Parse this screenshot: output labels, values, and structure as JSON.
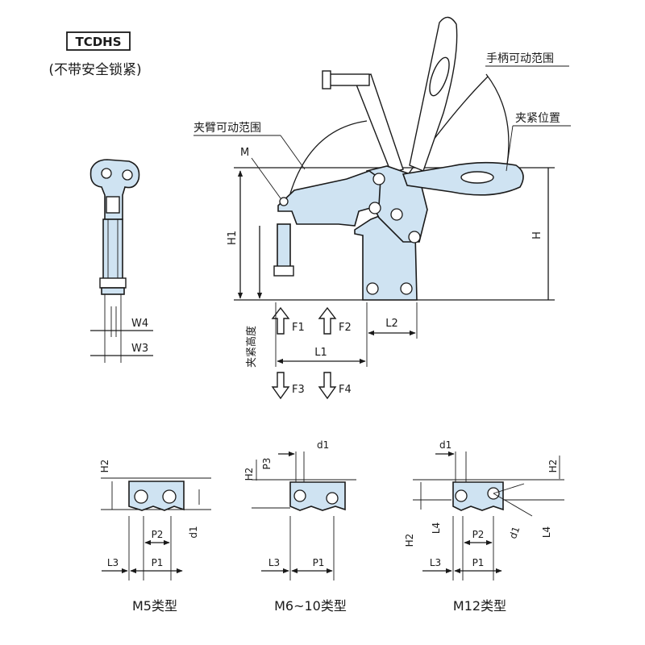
{
  "header": {
    "model_code": "TCDHS",
    "model_note": "(不带安全锁紧)"
  },
  "callouts": {
    "handle_range": "手柄可动范围",
    "arm_range": "夹臂可动范围",
    "clamp_position": "夹紧位置",
    "clamp_height": "夹紧高度",
    "m": "M"
  },
  "dimensions": {
    "h1": "H1",
    "h": "H",
    "l1": "L1",
    "l2": "L2",
    "l3": "L3",
    "l4": "L4",
    "w3": "W3",
    "w4": "W4",
    "f1": "F1",
    "f2": "F2",
    "f3": "F3",
    "f4": "F4",
    "h2": "H2",
    "p1": "P1",
    "p2": "P2",
    "p3": "P3",
    "d1": "d1"
  },
  "variants": {
    "m5": "M5类型",
    "m6_10": "M6~10类型",
    "m12": "M12类型"
  }
}
